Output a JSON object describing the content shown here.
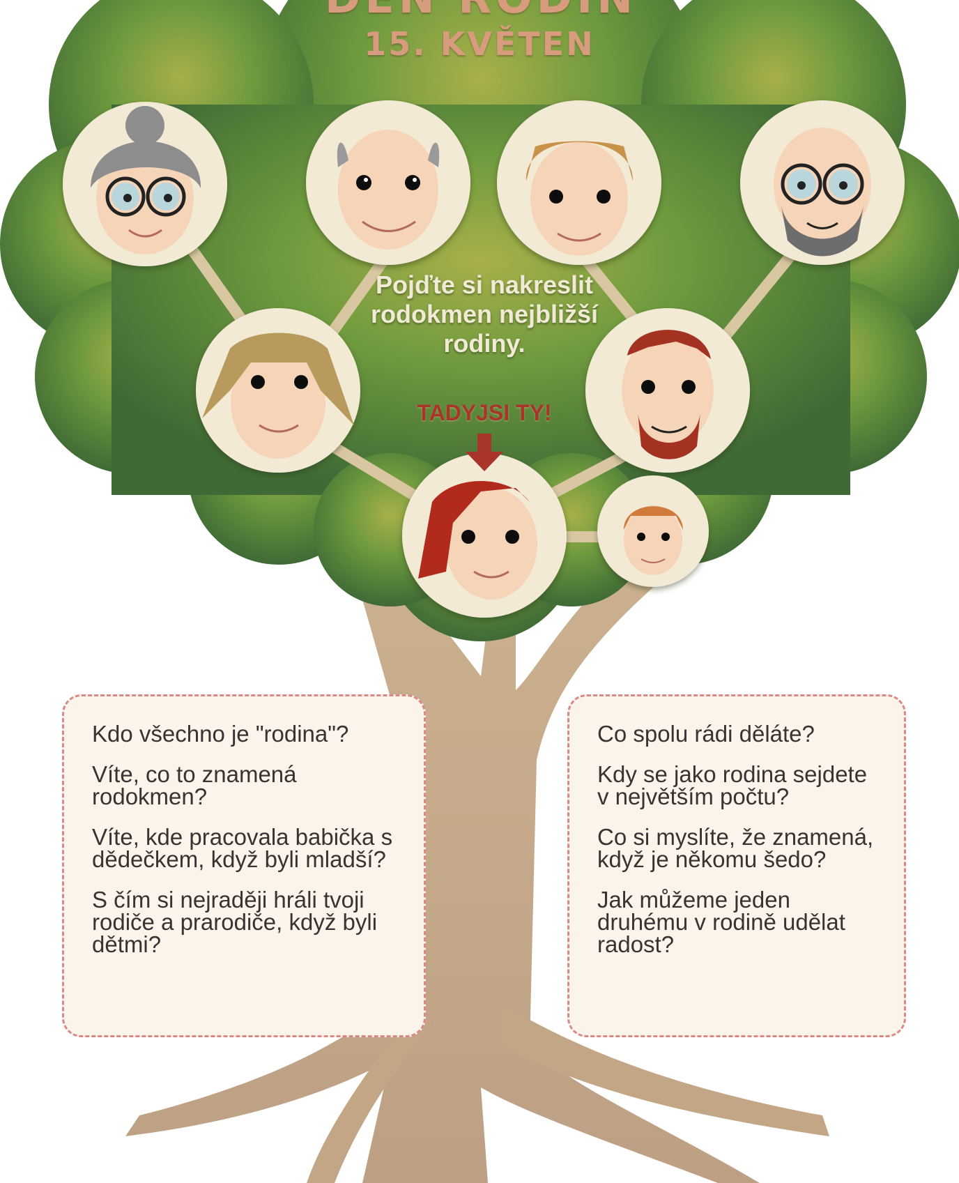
{
  "header": {
    "title_partial": "DEN RODIN",
    "date": "15. KVĚTEN"
  },
  "tree": {
    "invite_text": "Pojďte si nakreslit rodokmen nejbližší rodiny.",
    "you_label": "TADYJSI TY!",
    "colors": {
      "foliage": "#5c8a3e",
      "trunk": "#c7ab8a",
      "accent_text": "#a9352a",
      "title_text": "#d79c7e"
    }
  },
  "family": [
    {
      "role": "grandmother-glasses",
      "hair": "#8d8d8d"
    },
    {
      "role": "grandfather-bald",
      "hair": "#9a9a9a"
    },
    {
      "role": "grandmother-blonde",
      "hair": "#c8924c"
    },
    {
      "role": "grandfather-beard",
      "hair": "#6d6d6d"
    },
    {
      "role": "mother",
      "hair": "#b89a5b"
    },
    {
      "role": "father-red-beard",
      "hair": "#a33022"
    },
    {
      "role": "child-you",
      "hair": "#b22a1e"
    },
    {
      "role": "sibling-small",
      "hair": "#d07a3a"
    }
  ],
  "questions_left": [
    "Kdo všechno je \"rodina\"?",
    "Víte, co to znamená rodokmen?",
    "Víte, kde pracovala babička s dědečkem, když byli mladší?",
    "S čím si nejraději hráli tvoji rodiče a prarodiče, když byli dětmi?"
  ],
  "questions_right": [
    "Co spolu rádi děláte?",
    "Kdy se jako rodina sejdete v největším počtu?",
    "Co si myslíte, že znamená, když je někomu šedo?",
    "Jak můžeme jeden druhému v rodině udělat radost?"
  ]
}
